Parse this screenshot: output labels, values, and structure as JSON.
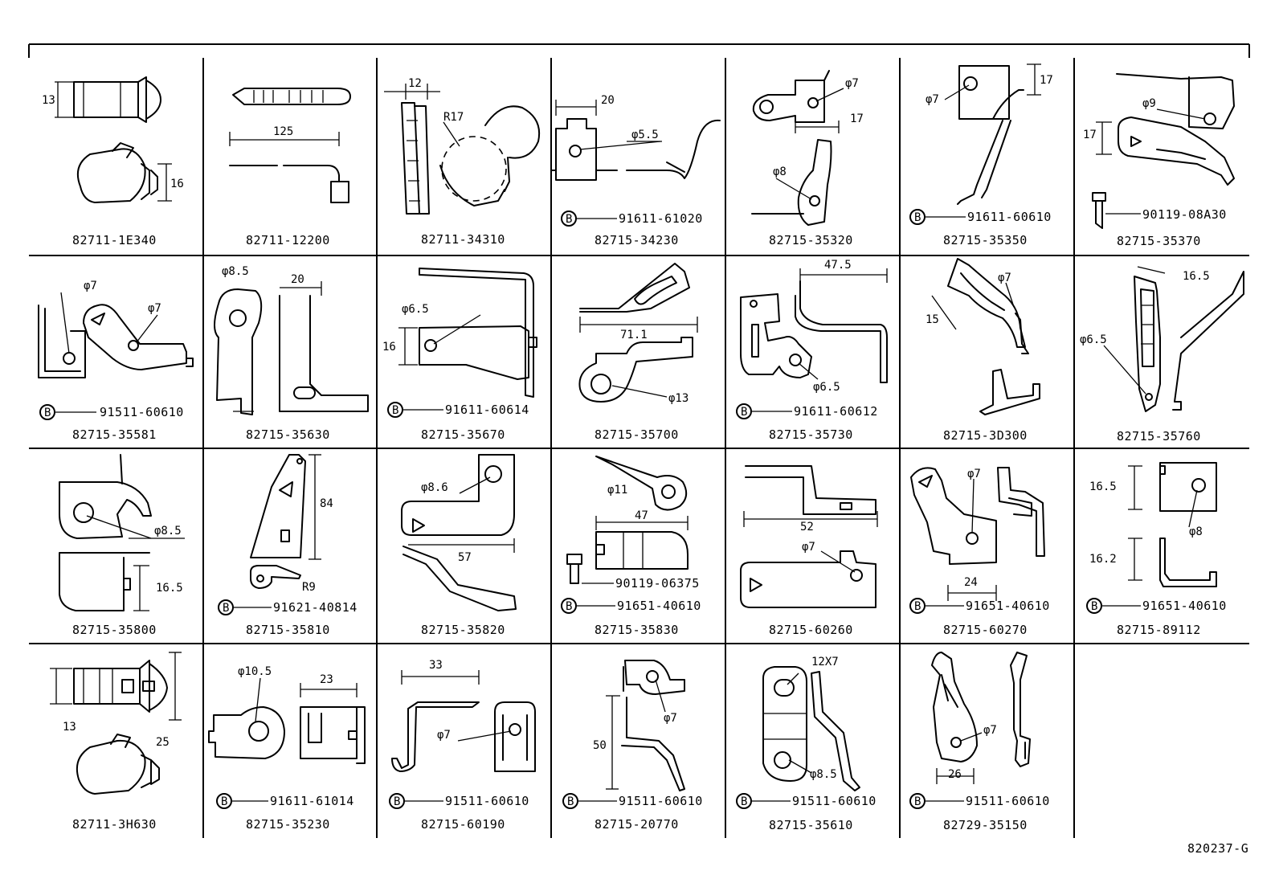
{
  "sheet_code": "820237-G",
  "cells": [
    {
      "part": "82711-1E340",
      "dims": [
        "13",
        "16"
      ],
      "bolt": ""
    },
    {
      "part": "82711-12200",
      "dims": [
        "125"
      ],
      "bolt": ""
    },
    {
      "part": "82711-34310",
      "dims": [
        "12",
        "R17"
      ],
      "bolt": ""
    },
    {
      "part": "82715-34230",
      "dims": [
        "20",
        "φ5.5"
      ],
      "bolt": "91611-61020"
    },
    {
      "part": "82715-35320",
      "dims": [
        "φ7",
        "17",
        "φ8"
      ],
      "bolt": ""
    },
    {
      "part": "82715-35350",
      "dims": [
        "17",
        "φ7"
      ],
      "bolt": "91611-60610"
    },
    {
      "part": "82715-35370",
      "dims": [
        "φ9",
        "17"
      ],
      "bolt": "90119-08A30"
    },
    {
      "part": "82715-35581",
      "dims": [
        "φ7",
        "φ7"
      ],
      "bolt": "91511-60610"
    },
    {
      "part": "82715-35630",
      "dims": [
        "φ8.5",
        "20"
      ],
      "bolt": ""
    },
    {
      "part": "82715-35670",
      "dims": [
        "φ6.5",
        "16"
      ],
      "bolt": "91611-60614"
    },
    {
      "part": "82715-35700",
      "dims": [
        "71.1",
        "φ13"
      ],
      "bolt": ""
    },
    {
      "part": "82715-35730",
      "dims": [
        "47.5",
        "φ6.5"
      ],
      "bolt": "91611-60612"
    },
    {
      "part": "82715-3D300",
      "dims": [
        "15",
        "φ7"
      ],
      "bolt": ""
    },
    {
      "part": "82715-35760",
      "dims": [
        "16.5",
        "φ6.5"
      ],
      "bolt": ""
    },
    {
      "part": "82715-35800",
      "dims": [
        "φ8.5",
        "16.5"
      ],
      "bolt": ""
    },
    {
      "part": "82715-35810",
      "dims": [
        "84",
        "R9"
      ],
      "bolt": "91621-40814"
    },
    {
      "part": "82715-35820",
      "dims": [
        "φ8.6",
        "57"
      ],
      "bolt": ""
    },
    {
      "part": "82715-35830",
      "dims": [
        "φ11",
        "47"
      ],
      "bolt": "91651-40610",
      "bolt2": "90119-06375"
    },
    {
      "part": "82715-60260",
      "dims": [
        "52",
        "φ7"
      ],
      "bolt": ""
    },
    {
      "part": "82715-60270",
      "dims": [
        "φ7",
        "24"
      ],
      "bolt": "91651-40610"
    },
    {
      "part": "82715-89112",
      "dims": [
        "16.5",
        "16.2",
        "φ8"
      ],
      "bolt": "91651-40610"
    },
    {
      "part": "82711-3H630",
      "dims": [
        "13",
        "25"
      ],
      "bolt": ""
    },
    {
      "part": "82715-35230",
      "dims": [
        "φ10.5",
        "23"
      ],
      "bolt": "91611-61014"
    },
    {
      "part": "82715-60190",
      "dims": [
        "33",
        "φ7"
      ],
      "bolt": "91511-60610"
    },
    {
      "part": "82715-20770",
      "dims": [
        "50",
        "φ7"
      ],
      "bolt": "91511-60610"
    },
    {
      "part": "82715-35610",
      "dims": [
        "12X7",
        "φ8.5"
      ],
      "bolt": "91511-60610"
    },
    {
      "part": "82729-35150",
      "dims": [
        "φ7",
        "26"
      ],
      "bolt": "91511-60610"
    }
  ],
  "bolt_marker": "B"
}
